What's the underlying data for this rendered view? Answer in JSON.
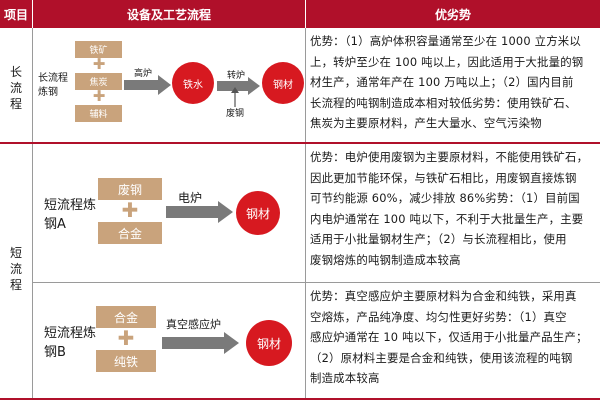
{
  "header": {
    "col1": "项目",
    "col2": "设备及工艺流程",
    "col3": "优劣势"
  },
  "rows": {
    "long": {
      "category": "长流程",
      "process_label": "长流程炼钢",
      "inputs": [
        "铁矿",
        "焦炭",
        "辅料"
      ],
      "step1": "高炉",
      "intermediate": "铁水",
      "step2": "转炉",
      "scrap": "废钢",
      "product": "钢材",
      "text_lines": [
        "优势：（1）高炉体积容量通常至少在 1000 立方米以",
        "上，转炉至少在 100 吨以上，因此适用于大批量的钢",
        "材生产，通常年产在 100 万吨以上；（2）国内目前",
        "长流程的吨钢制造成本相对较低劣势：使用铁矿石、",
        "焦炭为主要原材料，产生大量水、空气污染物"
      ]
    },
    "short": {
      "category": "短流程",
      "a": {
        "process_label": "短流程炼钢A",
        "inputs": [
          "废钢",
          "合金"
        ],
        "step": "电炉",
        "product": "钢材",
        "text_lines": [
          "优势：电炉使用废钢为主要原材料，不能使用铁矿石，",
          "因此更加节能环保，与铁矿石相比，用废钢直接炼钢",
          "可节约能源 60%，减少排放 86%劣势：（1）目前国",
          "内电炉通常在 100 吨以下，不利于大批量生产，主要",
          "适用于小批量钢材生产；（2）与长流程相比，使用",
          "废钢熔炼的吨钢制造成本较高"
        ]
      },
      "b": {
        "process_label": "短流程炼钢B",
        "inputs": [
          "合金",
          "纯铁"
        ],
        "step": "真空感应炉",
        "product": "钢材",
        "text_lines": [
          "优势：真空感应炉主要原材料为合金和纯铁，采用真",
          "空熔炼，产品纯净度、均匀性更好劣势：（1）真空",
          "感应炉通常在 10 吨以下，仅适用于小批量产品生产；",
          "（2）原材料主要是合金和纯铁，使用该流程的吨钢",
          "制造成本较高"
        ]
      }
    }
  },
  "colors": {
    "header_bg": "#b0102a",
    "input_box": "#c9a37c",
    "product_circle": "#d71920",
    "arrow": "#7a7a7a"
  }
}
